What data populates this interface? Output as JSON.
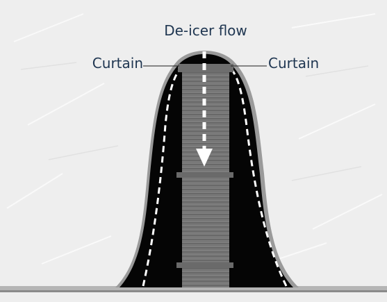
{
  "diagram": {
    "title": "De-icer flow",
    "left_label": "Curtain",
    "right_label": "Curtain",
    "colors": {
      "label_text": "#1e3550",
      "mound_fill": "#050505",
      "mound_halo": "#9a9a9a",
      "pillar_fill": "#7a7a7a",
      "ground": "#b5b5b5",
      "background": "#eeeeee",
      "flow_arrow": "#ffffff"
    }
  }
}
